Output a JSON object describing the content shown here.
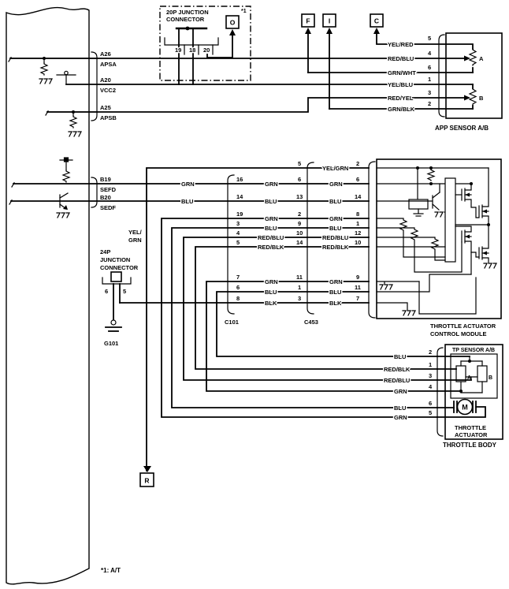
{
  "ecm_pins": {
    "a26": "A26",
    "apsa": "APSA",
    "a20": "A20",
    "vcc2": "VCC2",
    "a25": "A25",
    "apsb": "APSB",
    "b19": "B19",
    "sefd": "SEFD",
    "b20": "B20",
    "sedf": "SEDF"
  },
  "j20": {
    "l1": "20P JUNCTION",
    "l2": "CONNECTOR",
    "p19": "19",
    "p18": "18",
    "p20": "20",
    "note": "*1"
  },
  "conn_boxes": {
    "o": "O",
    "f": "F",
    "i": "I",
    "c": "C",
    "r": "R"
  },
  "app": {
    "title": "APP SENSOR A/B",
    "pot_a": "A",
    "pot_b": "B",
    "rows": [
      {
        "w": "YEL/RED",
        "p": "5"
      },
      {
        "w": "RED/BLU",
        "p": "4"
      },
      {
        "w": "GRN/WHT",
        "p": "6"
      },
      {
        "w": "YEL/BLU",
        "p": "1"
      },
      {
        "w": "RED/YEL",
        "p": "3"
      },
      {
        "w": "GRN/BLK",
        "p": "2"
      }
    ]
  },
  "left_wires": {
    "b19_wire": "GRN",
    "b20_wire": "BLU",
    "yelgrn1": "YEL/",
    "yelgrn2": "GRN"
  },
  "c101": {
    "name": "C101"
  },
  "c453": {
    "name": "C453"
  },
  "rows": [
    {
      "c101p": "",
      "mid": "",
      "c453p": "5",
      "wire": "YEL/GRN",
      "modp": "2"
    },
    {
      "c101p": "16",
      "mid": "GRN",
      "c453p": "6",
      "wire": "GRN",
      "modp": "6"
    },
    {
      "c101p": "14",
      "mid": "BLU",
      "c453p": "13",
      "wire": "BLU",
      "modp": "14"
    },
    {
      "c101p": "19",
      "mid": "GRN",
      "c453p": "2",
      "wire": "GRN",
      "modp": "8"
    },
    {
      "c101p": "3",
      "mid": "BLU",
      "c453p": "9",
      "wire": "BLU",
      "modp": "1"
    },
    {
      "c101p": "4",
      "mid": "RED/BLU",
      "c453p": "10",
      "wire": "RED/BLU",
      "modp": "12"
    },
    {
      "c101p": "5",
      "mid": "RED/BLK",
      "c453p": "14",
      "wire": "RED/BLK",
      "modp": "10"
    },
    {
      "c101p": "7",
      "mid": "GRN",
      "c453p": "11",
      "wire": "GRN",
      "modp": "9"
    },
    {
      "c101p": "6",
      "mid": "BLU",
      "c453p": "1",
      "wire": "BLU",
      "modp": "11"
    },
    {
      "c101p": "8",
      "mid": "BLK",
      "c453p": "3",
      "wire": "BLK",
      "modp": "7"
    }
  ],
  "j24": {
    "l1": "24P",
    "l2": "JUNCTION",
    "l3": "CONNECTOR",
    "p6": "6",
    "p5": "5",
    "gnd": "G101"
  },
  "module": {
    "l1": "THROTTLE ACTUATOR",
    "l2": "CONTROL MODULE"
  },
  "tb": {
    "tp_title": "TP SENSOR A/B",
    "a": "A",
    "b": "B",
    "m": "M",
    "act1": "THROTTLE",
    "act2": "ACTUATOR",
    "body": "THROTTLE BODY",
    "rows": [
      {
        "w": "BLU",
        "p": "2"
      },
      {
        "w": "RED/BLK",
        "p": "1"
      },
      {
        "w": "RED/BLU",
        "p": "3"
      },
      {
        "w": "GRN",
        "p": "4"
      },
      {
        "w": "BLU",
        "p": "6"
      },
      {
        "w": "GRN",
        "p": "5"
      }
    ]
  },
  "note": "*1: A/T"
}
